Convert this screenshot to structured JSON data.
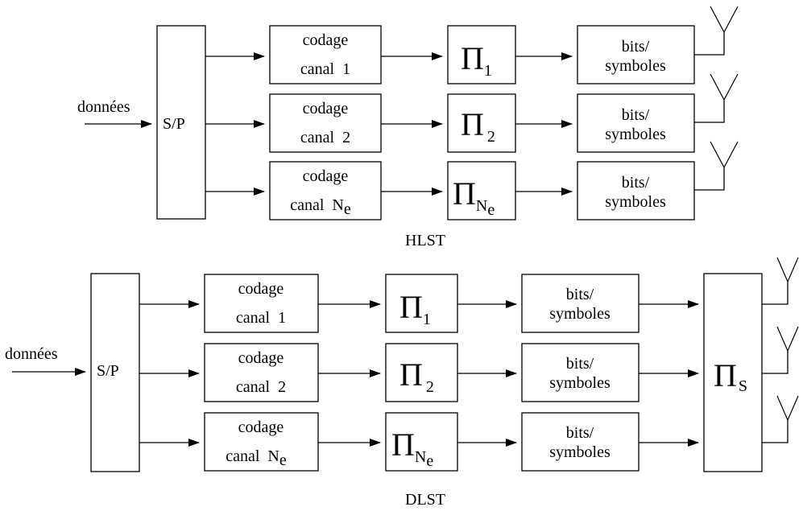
{
  "hlst": {
    "caption": "HLST",
    "input_label": "données",
    "sp_label": "S/P",
    "rows": [
      {
        "coding_line1": "codage",
        "coding_line2": "canal  1",
        "pi_sub": "1",
        "mapper_line1": "bits/",
        "mapper_line2": "symboles"
      },
      {
        "coding_line1": "codage",
        "coding_line2": "canal  2",
        "pi_sub": "2",
        "mapper_line1": "bits/",
        "mapper_line2": "symboles"
      },
      {
        "coding_line1": "codage",
        "coding_line2": "canal  N",
        "coding_sub": "e",
        "pi_sub": "N",
        "pi_sub2": "e",
        "mapper_line1": "bits/",
        "mapper_line2": "symboles"
      }
    ]
  },
  "dlst": {
    "caption": "DLST",
    "input_label": "données",
    "sp_label": "S/P",
    "rows": [
      {
        "coding_line1": "codage",
        "coding_line2": "canal  1",
        "pi_sub": "1",
        "mapper_line1": "bits/",
        "mapper_line2": "symboles"
      },
      {
        "coding_line1": "codage",
        "coding_line2": "canal  2",
        "pi_sub": "2",
        "mapper_line1": "bits/",
        "mapper_line2": "symboles"
      },
      {
        "coding_line1": "codage",
        "coding_line2": "canal  N",
        "coding_sub": "e",
        "pi_sub": "N",
        "pi_sub2": "e",
        "mapper_line1": "bits/",
        "mapper_line2": "symboles"
      }
    ],
    "space_interleaver_sub": "S"
  },
  "symbols": {
    "pi": "Π"
  }
}
